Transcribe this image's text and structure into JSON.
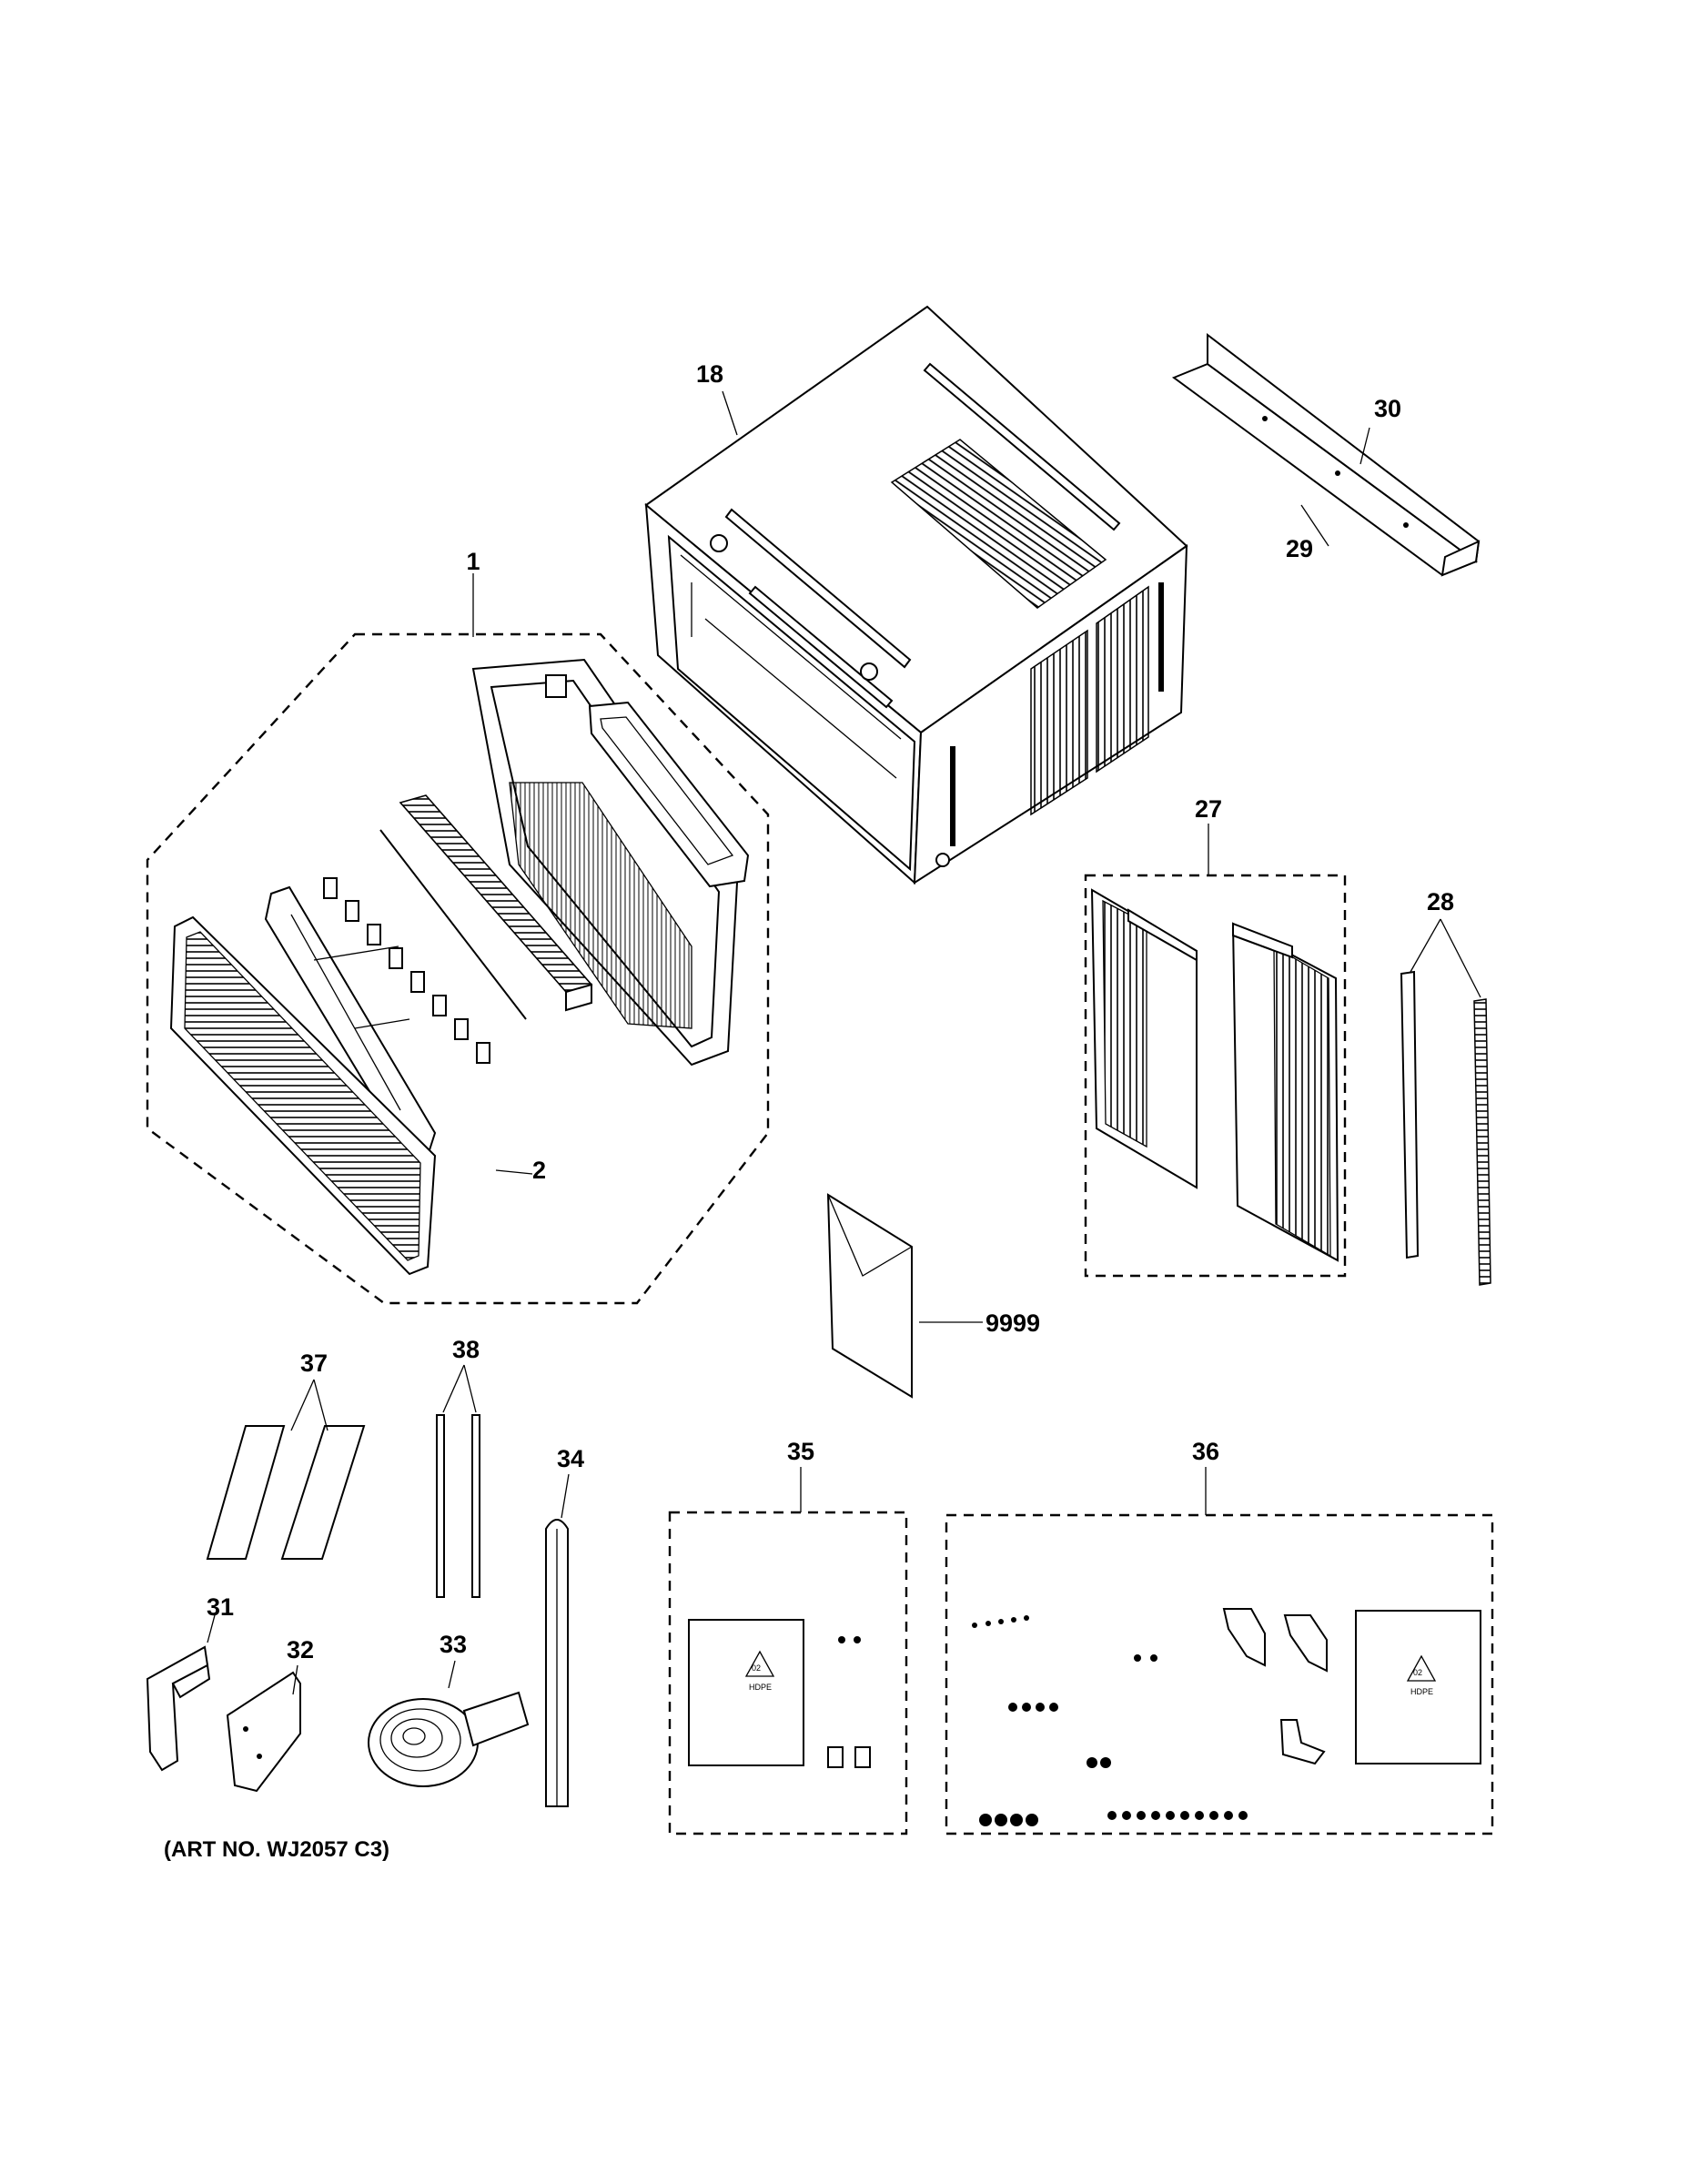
{
  "diagram": {
    "art_number": "(ART NO. WJ2057 C3)",
    "recycle_code": "02",
    "recycle_material": "HDPE",
    "callouts": {
      "c1": "1",
      "c2": "2",
      "c18": "18",
      "c27": "27",
      "c28": "28",
      "c29": "29",
      "c30": "30",
      "c31": "31",
      "c32": "32",
      "c33": "33",
      "c34": "34",
      "c35": "35",
      "c36": "36",
      "c37": "37",
      "c38": "38",
      "c9999": "9999"
    }
  }
}
